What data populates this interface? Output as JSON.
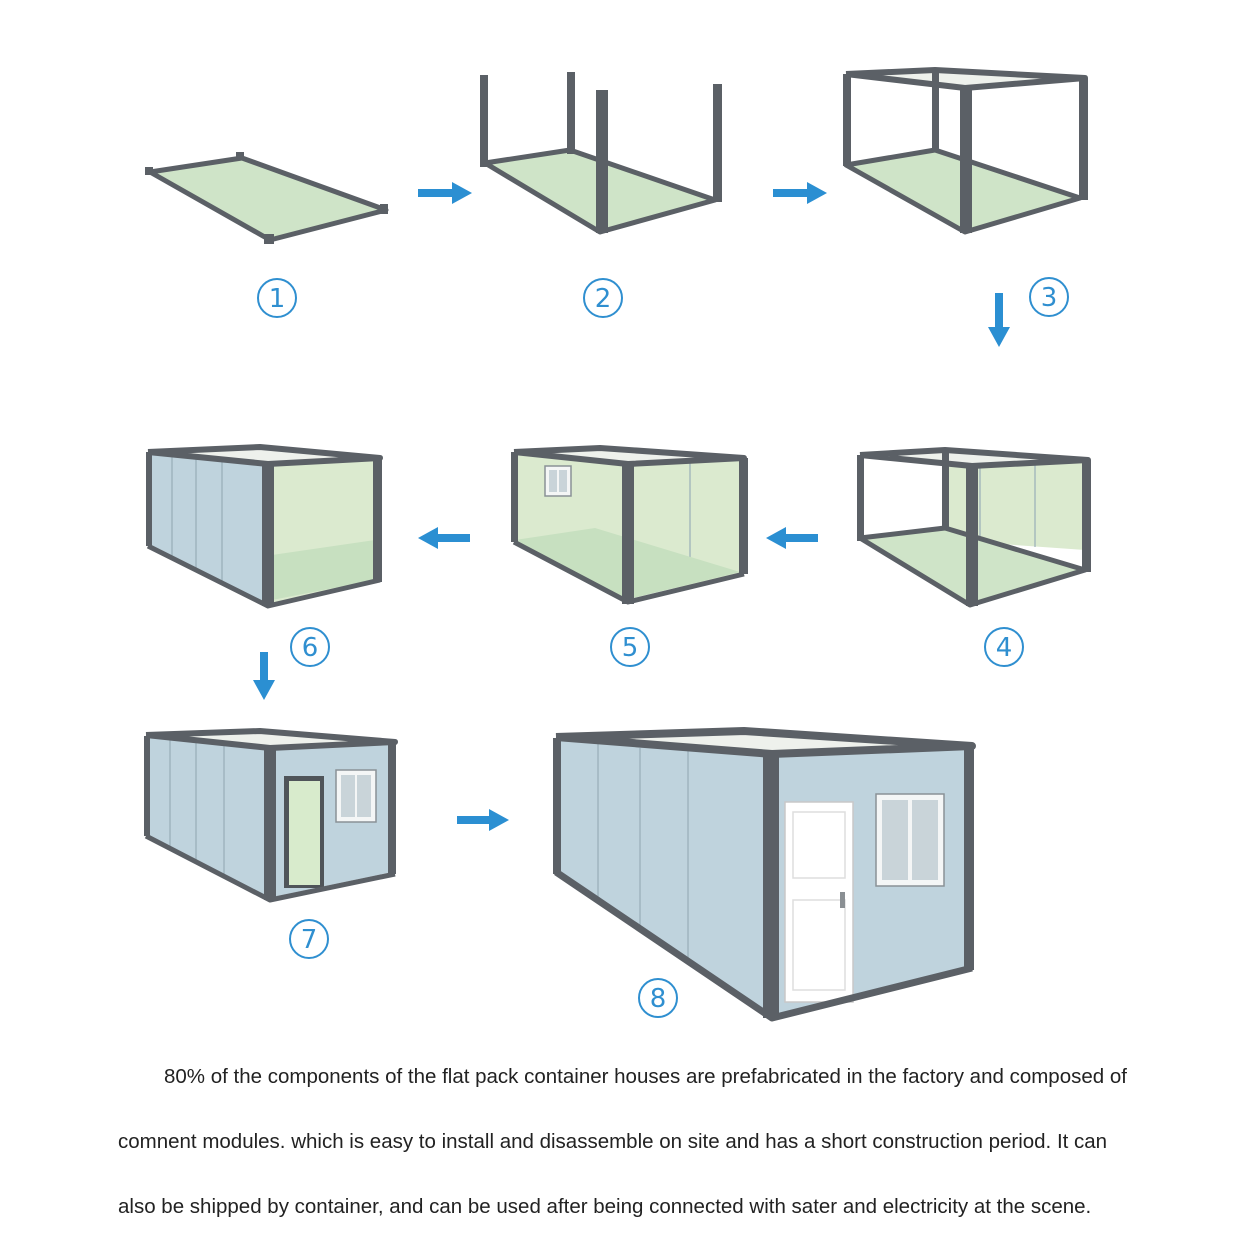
{
  "steps": [
    {
      "label": "1"
    },
    {
      "label": "2"
    },
    {
      "label": "3"
    },
    {
      "label": "4"
    },
    {
      "label": "5"
    },
    {
      "label": "6"
    },
    {
      "label": "7"
    },
    {
      "label": "8"
    }
  ],
  "caption": {
    "line1": "80% of the components of the flat pack container houses are prefabricated in the factory and composed of",
    "line2": "comnent modules. which is easy to install and disassemble on site and has a short construction period. It can",
    "line3": "also be shipped by container, and can be used after being connected with sater and electricity at the scene."
  },
  "colors": {
    "arrow": "#2b8fd2",
    "step_number": "#2f8fd0",
    "frame": "#5b6066",
    "floor": "#cfe4c8",
    "wall_panel": "#bfd3dd",
    "interior_wall": "#dbeacf"
  }
}
